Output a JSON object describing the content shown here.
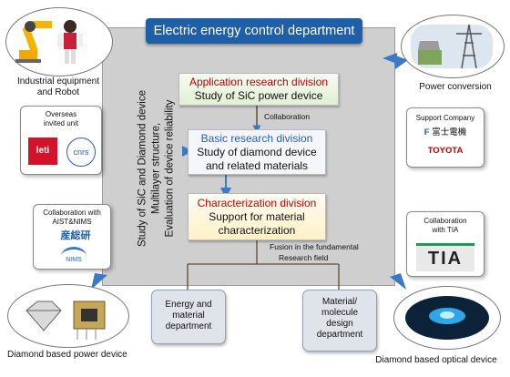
{
  "header": {
    "title": "Electric energy control department"
  },
  "center": {
    "vertical_text_lines": [
      "Study of SiC and Diamond device",
      "Multilayer structure,",
      "Evaluation of device reliability"
    ],
    "divisions": {
      "application": {
        "title": "Application research division",
        "body": "Study of SiC power device"
      },
      "basic": {
        "title": "Basic research division",
        "body_lines": [
          "Study of diamond device",
          "and related materials"
        ]
      },
      "characterization": {
        "title": "Characterization division",
        "body_lines": [
          "Support for material",
          "characterization"
        ]
      }
    },
    "collaboration_label": "Collaboration",
    "fusion_label_lines": [
      "Fusion in the fundamental",
      "Research field"
    ],
    "bottom_departments": {
      "energy": [
        "Energy and",
        "material",
        "department"
      ],
      "molecule": [
        "Material/",
        "molecule",
        "design",
        "department"
      ]
    }
  },
  "corners": {
    "top_left": "Industrial equipment\nand Robot",
    "top_right": "Power conversion",
    "bottom_left": "Diamond based power device",
    "bottom_right": "Diamond based optical device"
  },
  "side_boxes": {
    "overseas": {
      "title_lines": [
        "Overseas",
        "invited unit"
      ],
      "logos": [
        "leti",
        "cnrs"
      ]
    },
    "aist": {
      "title_lines": [
        "Collaboration with",
        "AIST&NIMS"
      ],
      "logos": [
        "産総研",
        "NIMS"
      ]
    },
    "support": {
      "title": "Support Company",
      "logos": [
        "富士電機",
        "TOYOTA"
      ]
    },
    "tia": {
      "title_lines": [
        "Collaboration",
        "with TIA"
      ],
      "logo": "TIA"
    }
  },
  "colors": {
    "header_bg": "#1f5fa8",
    "panel_bg": "#cfcfcf",
    "arrow": "#3b78c6",
    "red_title": "#c00000",
    "blue_title": "#2a5db0"
  }
}
